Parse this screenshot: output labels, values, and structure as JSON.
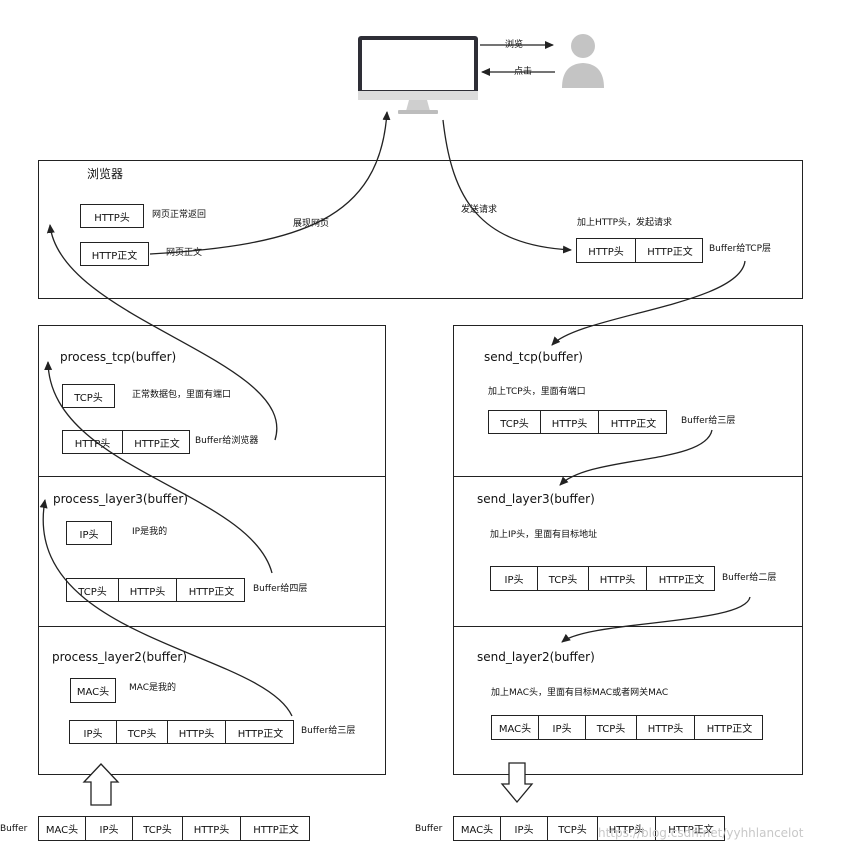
{
  "top": {
    "arrow_browse": "浏览",
    "arrow_click": "点击"
  },
  "browser": {
    "title": "浏览器",
    "http_head": "HTTP头",
    "http_head_note": "网页正常返回",
    "http_body": "HTTP正文",
    "http_body_note": "网页正文",
    "show_label": "展现网页",
    "send_label": "发送请求",
    "add_http_note": "加上HTTP头，发起请求",
    "req_cells": [
      "HTTP头",
      "HTTP正文"
    ],
    "buffer_tcp": "Buffer给TCP层"
  },
  "recv": {
    "tcp_title": "process_tcp(buffer)",
    "tcp_head": "TCP头",
    "tcp_note": "正常数据包，里面有端口",
    "tcp_cells": [
      "HTTP头",
      "HTTP正文"
    ],
    "tcp_buffer": "Buffer给浏览器",
    "l3_title": "process_layer3(buffer)",
    "ip_head": "IP头",
    "ip_note": "IP是我的",
    "l3_cells": [
      "TCP头",
      "HTTP头",
      "HTTP正文"
    ],
    "l3_buffer": "Buffer给四层",
    "l2_title": "process_layer2(buffer)",
    "mac_head": "MAC头",
    "mac_note": "MAC是我的",
    "l2_cells": [
      "IP头",
      "TCP头",
      "HTTP头",
      "HTTP正文"
    ],
    "l2_buffer": "Buffer给三层",
    "buffer_label": "Buffer",
    "buffer_cells": [
      "MAC头",
      "IP头",
      "TCP头",
      "HTTP头",
      "HTTP正文"
    ]
  },
  "send": {
    "tcp_title": "send_tcp(buffer)",
    "tcp_note": "加上TCP头，里面有端口",
    "tcp_cells": [
      "TCP头",
      "HTTP头",
      "HTTP正文"
    ],
    "tcp_buffer": "Buffer给三层",
    "l3_title": "send_layer3(buffer)",
    "l3_note": "加上IP头，里面有目标地址",
    "l3_cells": [
      "IP头",
      "TCP头",
      "HTTP头",
      "HTTP正文"
    ],
    "l3_buffer": "Buffer给二层",
    "l2_title": "send_layer2(buffer)",
    "l2_note": "加上MAC头，里面有目标MAC或者网关MAC",
    "l2_cells": [
      "MAC头",
      "IP头",
      "TCP头",
      "HTTP头",
      "HTTP正文"
    ],
    "buffer_label": "Buffer",
    "buffer_cells": [
      "MAC头",
      "IP头",
      "TCP头",
      "HTTP头",
      "HTTP正文"
    ]
  },
  "watermark": "https://blog.csdn.net/yyhhlancelot"
}
